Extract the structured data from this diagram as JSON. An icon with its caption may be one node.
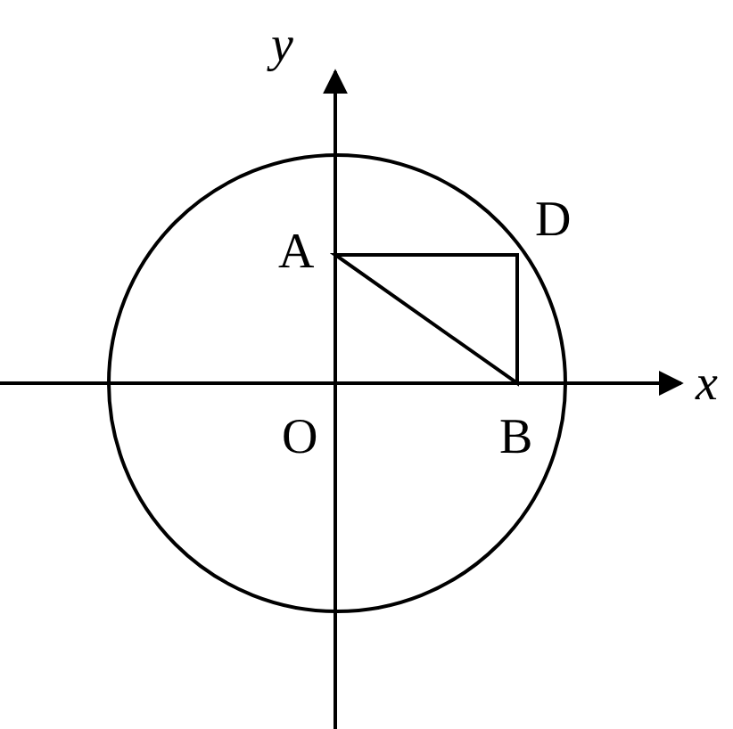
{
  "diagram": {
    "labels": [
      "y",
      "x",
      "A",
      "D",
      "O",
      "B"
    ]
  }
}
